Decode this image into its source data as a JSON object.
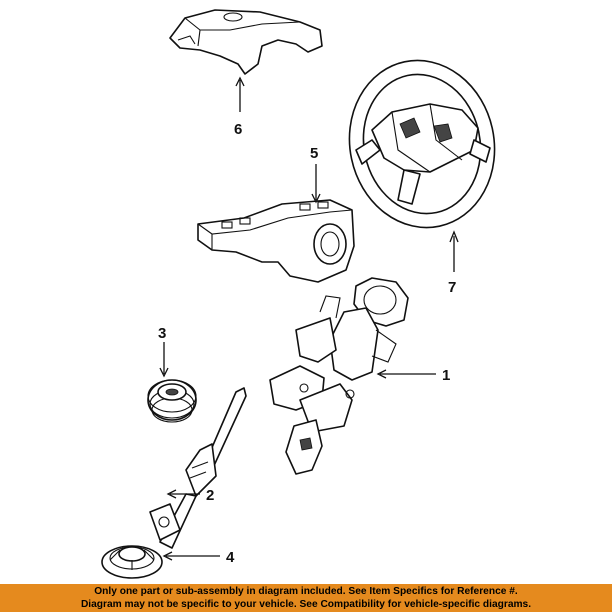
{
  "callouts": {
    "c1": "1",
    "c2": "2",
    "c3": "3",
    "c4": "4",
    "c5": "5",
    "c6": "6",
    "c7": "7"
  },
  "disclaimer": {
    "line1": "Only one part or sub-assembly in diagram included. See Item Specifics for Reference #.",
    "line2": "Diagram may not be specific to your vehicle. See Compatibility for vehicle-specific diagrams."
  },
  "colors": {
    "banner": "#e58a1e",
    "ink": "#111111",
    "background": "#ffffff"
  }
}
